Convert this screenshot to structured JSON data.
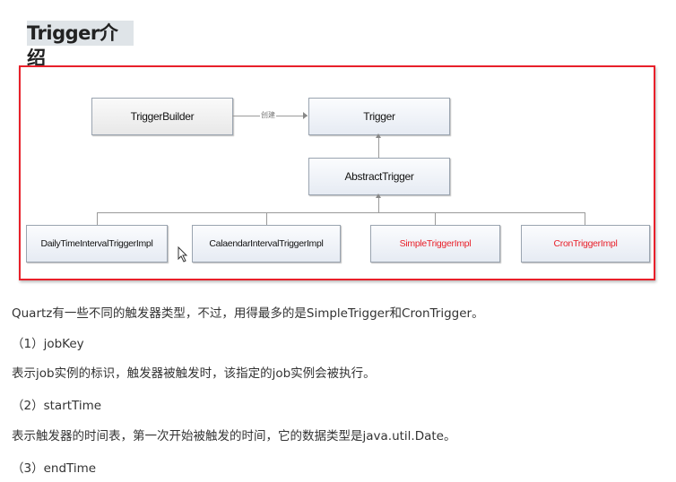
{
  "title": "Trigger介绍",
  "diagram": {
    "trigger_builder": "TriggerBuilder",
    "trigger": "Trigger",
    "edge_label": "创建",
    "abstract_trigger": "AbstractTrigger",
    "impls": [
      "DailyTimeIntervalTriggerImpl",
      "CalaendarIntervalTriggerImpl",
      "SimpleTriggerImpl",
      "CronTriggerImpl"
    ]
  },
  "paragraphs": [
    "Quartz有一些不同的触发器类型，不过，用得最多的是SimpleTrigger和CronTrigger。",
    "（1）jobKey",
    "表示job实例的标识，触发器被触发时，该指定的job实例会被执行。",
    "（2）startTime",
    "表示触发器的时间表，第一次开始被触发的时间，它的数据类型是java.util.Date。",
    "（3）endTime"
  ]
}
